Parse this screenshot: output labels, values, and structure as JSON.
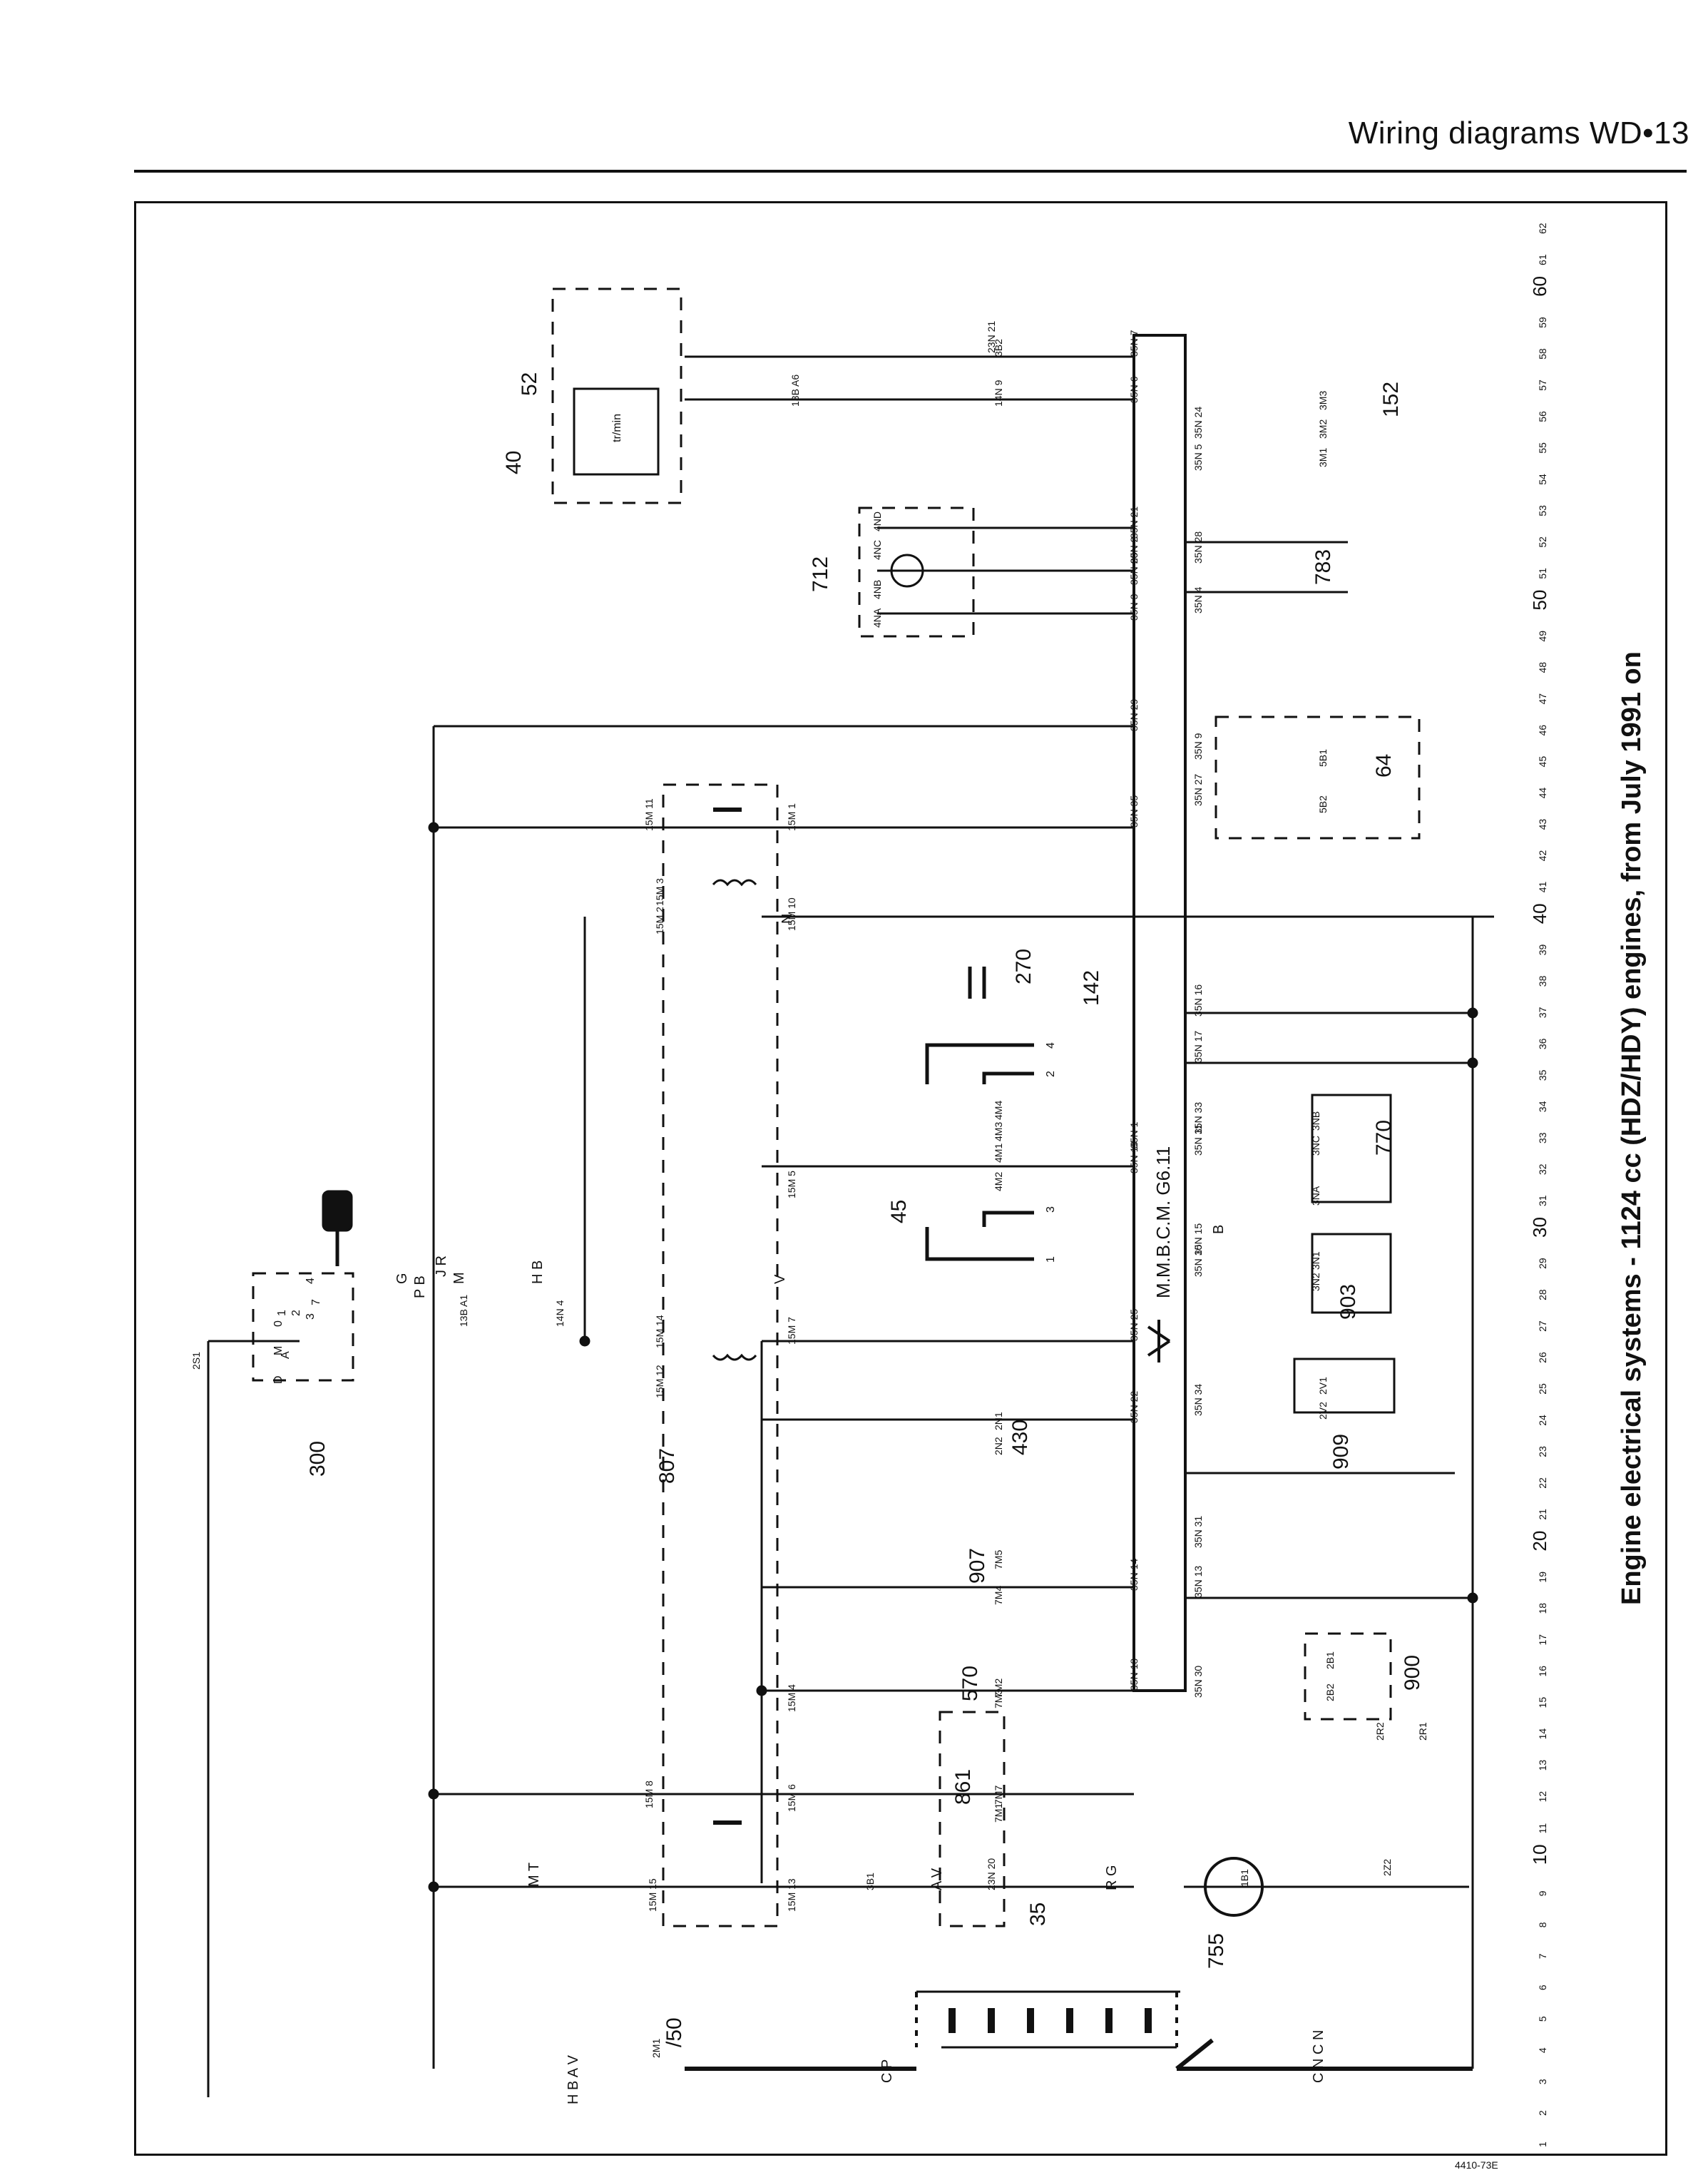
{
  "header": {
    "title": "Wiring diagrams  WD•13"
  },
  "diagram": {
    "caption": "Engine electrical systems - 1124 cc (HDZ/HDY) engines, from July 1991 on",
    "ecu_label": "M.M.B.C.M.  G6.11",
    "footer_code": "4410-73E",
    "grid_numbers": [
      "1",
      "2",
      "3",
      "4",
      "5",
      "6",
      "7",
      "8",
      "9",
      "10",
      "11",
      "12",
      "13",
      "14",
      "15",
      "16",
      "17",
      "18",
      "19",
      "20",
      "21",
      "22",
      "23",
      "24",
      "25",
      "26",
      "27",
      "28",
      "29",
      "30",
      "31",
      "32",
      "33",
      "34",
      "35",
      "36",
      "37",
      "38",
      "39",
      "40",
      "41",
      "42",
      "43",
      "44",
      "45",
      "46",
      "47",
      "48",
      "49",
      "50",
      "51",
      "52",
      "53",
      "54",
      "55",
      "56",
      "57",
      "58",
      "59",
      "60",
      "61",
      "62"
    ],
    "components": [
      {
        "id": "35"
      },
      {
        "id": "755"
      },
      {
        "id": "861"
      },
      {
        "id": "570"
      },
      {
        "id": "907"
      },
      {
        "id": "430"
      },
      {
        "id": "909"
      },
      {
        "id": "903"
      },
      {
        "id": "770"
      },
      {
        "id": "900"
      },
      {
        "id": "45"
      },
      {
        "id": "142"
      },
      {
        "id": "270"
      },
      {
        "id": "807"
      },
      {
        "id": "300"
      },
      {
        "id": "712"
      },
      {
        "id": "783"
      },
      {
        "id": "40"
      },
      {
        "id": "152"
      },
      {
        "id": "52"
      },
      {
        "id": "64"
      },
      {
        "id": "/50"
      }
    ],
    "wire_codes": [
      "M T",
      "H B A V",
      "P B",
      "R G",
      "A V",
      "J R",
      "G",
      "V",
      "N",
      "B",
      "M",
      "H B",
      "C P",
      "C N C N"
    ],
    "connectors": [
      "15M 13",
      "15M 15",
      "15M 8",
      "15M 6",
      "15M 4",
      "15M 5",
      "15M 7",
      "15M 14",
      "15M 12",
      "15M 2",
      "15M 3",
      "15M 10",
      "15M 1",
      "15M 11",
      "35N 35",
      "35N 29",
      "35N 21",
      "35N 3",
      "35N 20",
      "35N 2",
      "35N 7",
      "35N 6",
      "35N 34",
      "35N 10",
      "35N 15",
      "35N 11",
      "35N 33",
      "35N 17",
      "35N 16",
      "35N 18",
      "35N 30",
      "35N 14",
      "35N 13",
      "35N 31",
      "35N 22",
      "35N 25",
      "35N 19",
      "35N 1",
      "35N 9",
      "35N 27",
      "35N 4",
      "35N 28",
      "35N 5",
      "35N 24",
      "23N 20",
      "23N 21",
      "13B A1",
      "13B A6",
      "14N 4",
      "14N 9",
      "3B1",
      "3B2",
      "2N1",
      "2N2",
      "2V1",
      "2V2",
      "2R1",
      "2R2",
      "2B1",
      "2B2",
      "3N1",
      "3N2",
      "3NA",
      "3NB",
      "3NC",
      "3M1",
      "3M2",
      "3M3",
      "4M1",
      "4M2",
      "4M3",
      "4M4",
      "4NA",
      "4NB",
      "4NC",
      "4ND",
      "5B1",
      "5B2",
      "7M1",
      "7M2",
      "7M3",
      "7M4",
      "7M5",
      "7M7",
      "1B1",
      "2M1",
      "2Z2",
      "2S1"
    ],
    "timer_ticks": [
      "4",
      "7",
      "3",
      "2",
      "1",
      "0",
      "M",
      "A",
      "D"
    ],
    "bullets": [
      "1",
      "2",
      "3",
      "4"
    ],
    "units": [
      "tr/min"
    ]
  }
}
